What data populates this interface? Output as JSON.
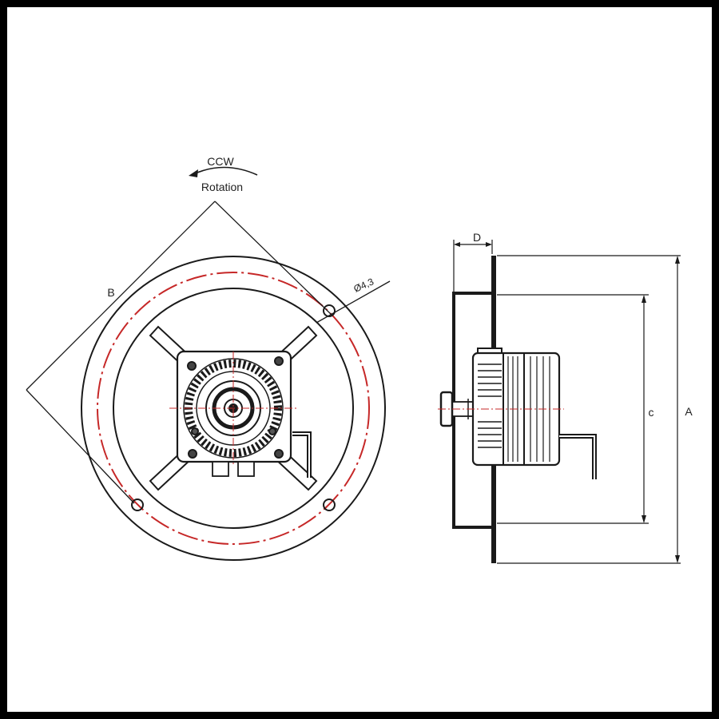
{
  "rotation": {
    "direction": "CCW",
    "caption": "Rotation"
  },
  "dimensions": {
    "a": "A",
    "b": "B",
    "c": "c",
    "d": "D"
  },
  "hole_callout": "Ø4,3",
  "colors": {
    "outline": "#1a1a1a",
    "centerline": "#c62828",
    "background": "#ffffff",
    "frame": "#000000"
  }
}
